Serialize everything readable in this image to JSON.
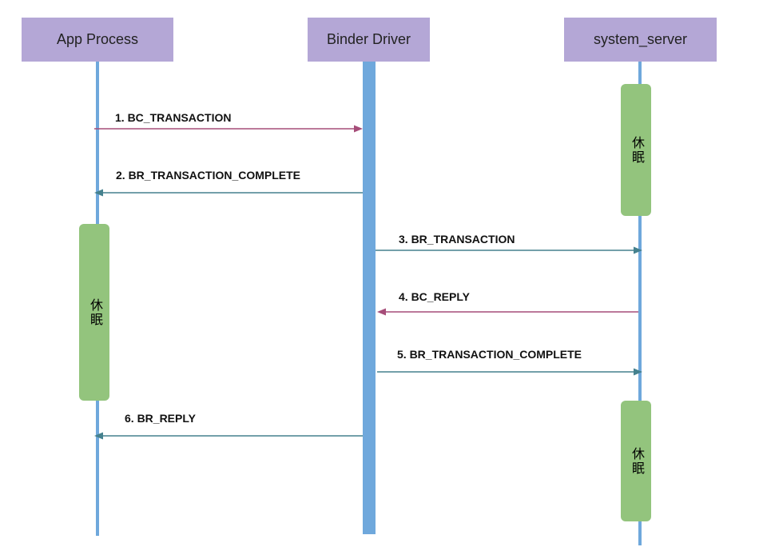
{
  "participants": {
    "app": "App Process",
    "binder": "Binder Driver",
    "server": "system_server"
  },
  "sleep_label": "休眠",
  "messages": [
    {
      "label": "1. BC_TRANSACTION",
      "color": "#a64d79"
    },
    {
      "label": "2. BR_TRANSACTION_COMPLETE",
      "color": "#45818e"
    },
    {
      "label": "3. BR_TRANSACTION",
      "color": "#45818e"
    },
    {
      "label": "4. BC_REPLY",
      "color": "#a64d79"
    },
    {
      "label": "5. BR_TRANSACTION_COMPLETE",
      "color": "#45818e"
    },
    {
      "label": "6. BR_REPLY",
      "color": "#45818e"
    }
  ],
  "colors": {
    "participant_bg": "#b4a7d6",
    "lifeline": "#6fa8dc",
    "sleep_bg": "#93c47d",
    "request_arrow": "#a64d79",
    "reply_arrow": "#45818e"
  }
}
